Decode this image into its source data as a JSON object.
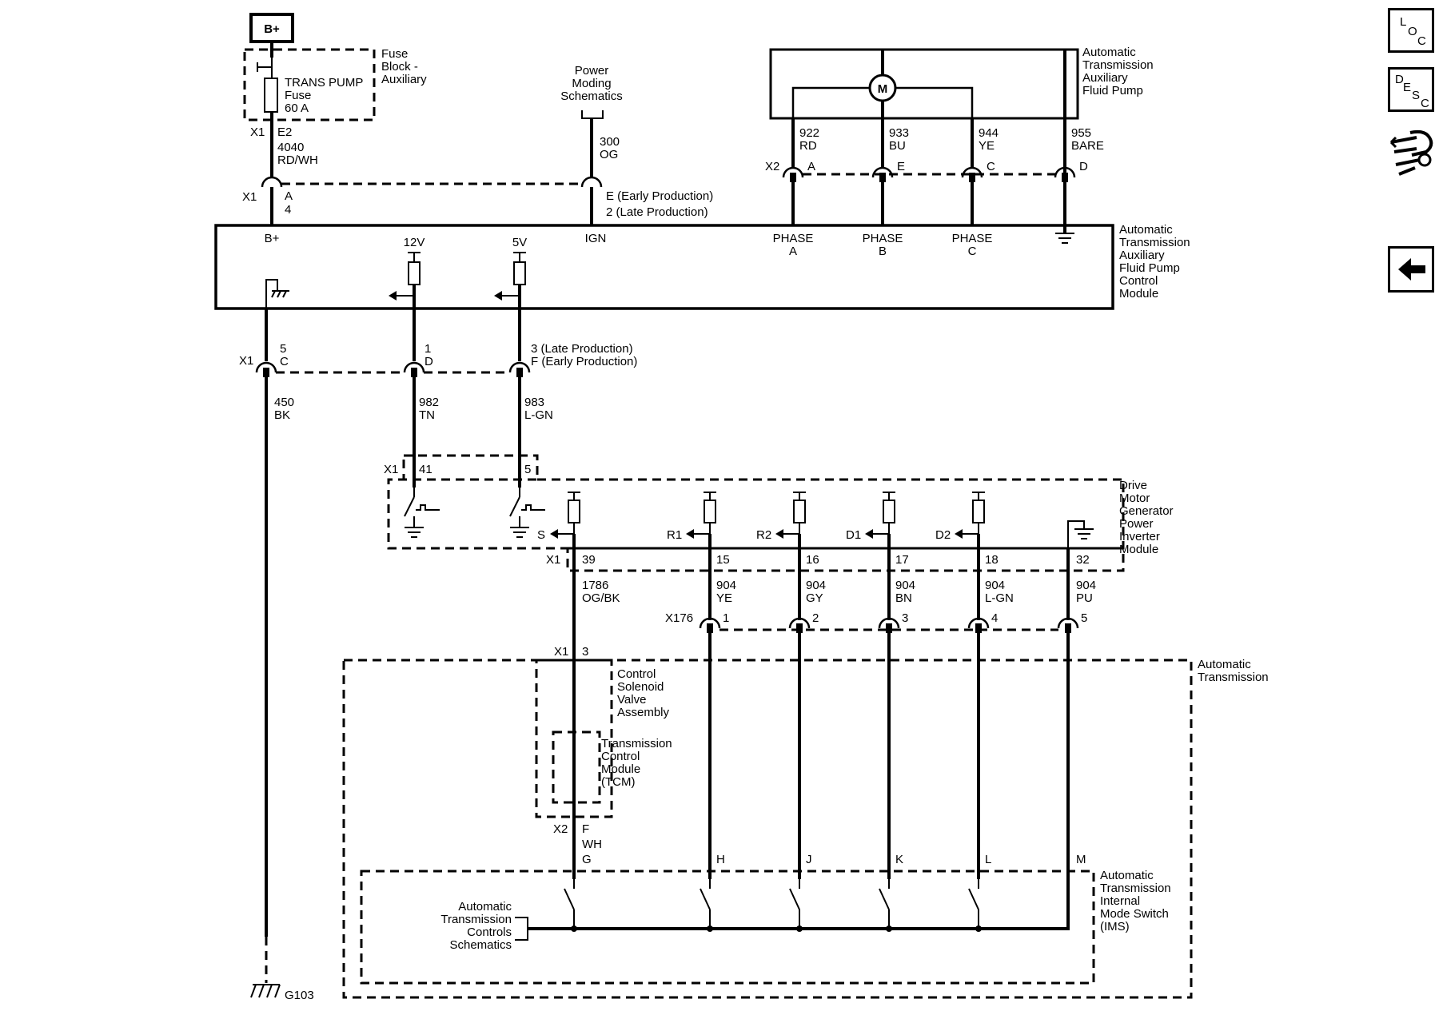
{
  "side_buttons": {
    "loc": [
      "L",
      "O",
      "C"
    ],
    "desc": [
      "D",
      "E",
      "S",
      "C"
    ]
  },
  "power": {
    "bplus_box": "B+",
    "fuse_block": [
      "Fuse",
      "Block -",
      "Auxiliary"
    ],
    "fuse_name": "TRANS PUMP",
    "fuse_lines": [
      "Fuse",
      "60 A"
    ],
    "fuse_conn_x1": "X1",
    "fuse_conn_pin": "E2",
    "wire_4040": [
      "4040",
      "RD/WH"
    ],
    "power_moding": [
      "Power",
      "Moding",
      "Schematics"
    ],
    "wire_300": [
      "300",
      "OG"
    ]
  },
  "upper_connector": {
    "x1": "X1",
    "pin_a": "A",
    "pin_4": "4",
    "ign_pins": [
      "E (Early Production)",
      "2 (Late Production)"
    ]
  },
  "pump": {
    "name": [
      "Automatic",
      "Transmission",
      "Auxiliary",
      "Fluid Pump"
    ],
    "motor": "M",
    "wires": [
      [
        "922",
        "RD"
      ],
      [
        "933",
        "BU"
      ],
      [
        "944",
        "YE"
      ],
      [
        "955",
        "BARE"
      ]
    ],
    "x2": "X2",
    "pins": [
      "A",
      "E",
      "C",
      "D"
    ]
  },
  "control_module": {
    "name": [
      "Automatic",
      "Transmission",
      "Auxiliary",
      "Fluid Pump",
      "Control",
      "Module"
    ],
    "bplus": "B+",
    "v12": "12V",
    "v5": "5V",
    "ign": "IGN",
    "phases": [
      [
        "PHASE",
        "A"
      ],
      [
        "PHASE",
        "B"
      ],
      [
        "PHASE",
        "C"
      ]
    ]
  },
  "module_bottom": {
    "x1": "X1",
    "pins": [
      [
        "5",
        "C"
      ],
      [
        "1",
        "D"
      ],
      [
        "3 (Late Production)",
        "F (Early Production)"
      ]
    ],
    "wires": [
      [
        "450",
        "BK"
      ],
      [
        "982",
        "TN"
      ],
      [
        "983",
        "L-GN"
      ]
    ]
  },
  "dmg": {
    "name": [
      "Drive",
      "Motor",
      "Generator",
      "Power",
      "Inverter",
      "Module"
    ],
    "x1_top": "X1",
    "pin_41": "41",
    "pin_5": "5",
    "signals": [
      "S",
      "R1",
      "R2",
      "D1",
      "D2"
    ],
    "x1_bottom": "X1",
    "pins": [
      "39",
      "15",
      "16",
      "17",
      "18",
      "32"
    ],
    "wires": [
      [
        "1786",
        "OG/BK"
      ],
      [
        "904",
        "YE"
      ],
      [
        "904",
        "GY"
      ],
      [
        "904",
        "BN"
      ],
      [
        "904",
        "L-GN"
      ],
      [
        "904",
        "PU"
      ]
    ],
    "x176": "X176",
    "x176_pins": [
      "1",
      "2",
      "3",
      "4",
      "5"
    ]
  },
  "transmission": {
    "name": [
      "Automatic",
      "Transmission"
    ],
    "x1": "X1",
    "x1_pin": "3",
    "csva": [
      "Control",
      "Solenoid",
      "Valve",
      "Assembly"
    ],
    "tcm": [
      "Transmission",
      "Control",
      "Module",
      "(TCM)"
    ],
    "x2": "X2",
    "x2_pin": "F",
    "wh": "WH",
    "ims_pins": [
      "G",
      "H",
      "J",
      "K",
      "L",
      "M"
    ],
    "ims": [
      "Automatic",
      "Transmission",
      "Internal",
      "Mode Switch",
      "(IMS)"
    ],
    "atc": [
      "Automatic",
      "Transmission",
      "Controls",
      "Schematics"
    ]
  },
  "ground": {
    "label": "G103"
  }
}
